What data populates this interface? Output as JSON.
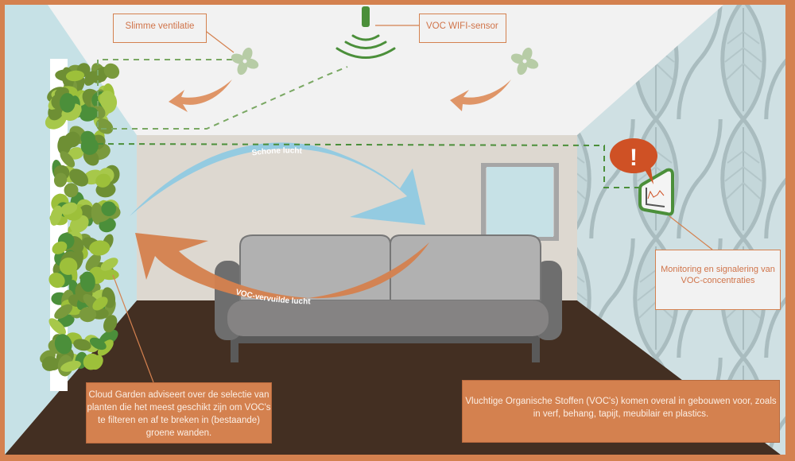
{
  "labels": {
    "ventilation": "Slimme ventilatie",
    "sensor": "VOC WIFI-sensor",
    "monitoring": "Monitoring en signalering van VOC-concentraties",
    "cloud_garden": "Cloud Garden adviseert over de selectie van planten die het meest geschikt zijn om VOC's te filteren en af te breken in (bestaande) groene wanden.",
    "voc_info": "Vluchtige Organische Stoffen (VOC's) komen overal in gebouwen voor, zoals in verf, behang, tapijt, meubilair en plastics."
  },
  "arrows": {
    "clean_air": "Schone lucht",
    "polluted_air": "VOC-vervuilde lucht"
  },
  "alert": {
    "symbol": "!"
  },
  "icons": {
    "fan": "fan-icon",
    "wifi": "wifi-sensor-icon",
    "alert": "alert-bubble-icon",
    "monitor": "monitor-chart-icon",
    "plants": "green-wall-plants",
    "sofa": "sofa",
    "window": "window"
  },
  "colors": {
    "frame": "#d4814f",
    "ceiling": "#f2f2f2",
    "back_wall": "#ddd8d0",
    "left_wall": "#c6e1e6",
    "right_wall": "#cfe0e3",
    "floor": "#432f22",
    "clean_air": "#94cbe1",
    "polluted_air": "#d4814f",
    "green": "#4b8f3a",
    "dashed": "#7aa863",
    "alert": "#cf5125"
  }
}
